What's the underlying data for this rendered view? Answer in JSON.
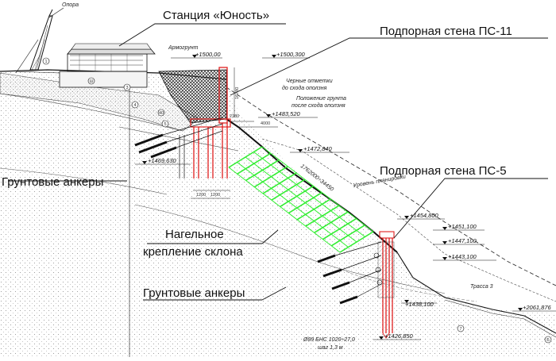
{
  "labels": {
    "station": "Станция «Юность»",
    "wall_ps11": "Подпорная стена ПС-11",
    "wall_ps5": "Подпорная стена ПС-5",
    "ground_anchors_left": "Грунтовые анкеры",
    "nail_line1": "Нагельное",
    "nail_line2": "крепление склона",
    "ground_anchors_right": "Грунтовые анкеры"
  },
  "notes": {
    "support": "Опора",
    "armogrunt": "Армогрунт",
    "black_marks_1": "Черные отметки",
    "black_marks_2": "до схода оползня",
    "ground_pos_1": "Положение грунта",
    "ground_pos_2": "после схода оползня",
    "planning_level": "Уровень планировки",
    "route": "Трасса 3",
    "pile_1": "Ø89 БНС 1020÷27,0",
    "pile_2": "шаг 1,3 м"
  },
  "dimensions": {
    "d1": "2180",
    "d2": "4000",
    "d3": "16780",
    "d4": "1200",
    "d5": "1200",
    "slope": "1762000÷34450"
  },
  "elevations": {
    "e1500_00": "+1500,00",
    "e1500_300": "+1500,300",
    "e1483_520": "+1483,520",
    "e1472_840": "+1472,840",
    "e1469_630": "+1469,630",
    "e1454_800": "+1454,800",
    "e1451_100": "+1451,100",
    "e1447_100": "+1447,100",
    "e1443_100": "+1443,100",
    "e1438_100": "+1438,100",
    "e1426_850": "+1426,850",
    "e2061_876": "+2061,876"
  },
  "markers": {
    "m1": "1",
    "m2": "Ш",
    "m3": "40",
    "m4": "3",
    "m5": "4",
    "m6": "5",
    "m7": "7",
    "m8": "Б"
  },
  "colors": {
    "nails": "#33ee33",
    "piles": "#e02020",
    "ink": "#111111",
    "hatch": "#555555"
  }
}
